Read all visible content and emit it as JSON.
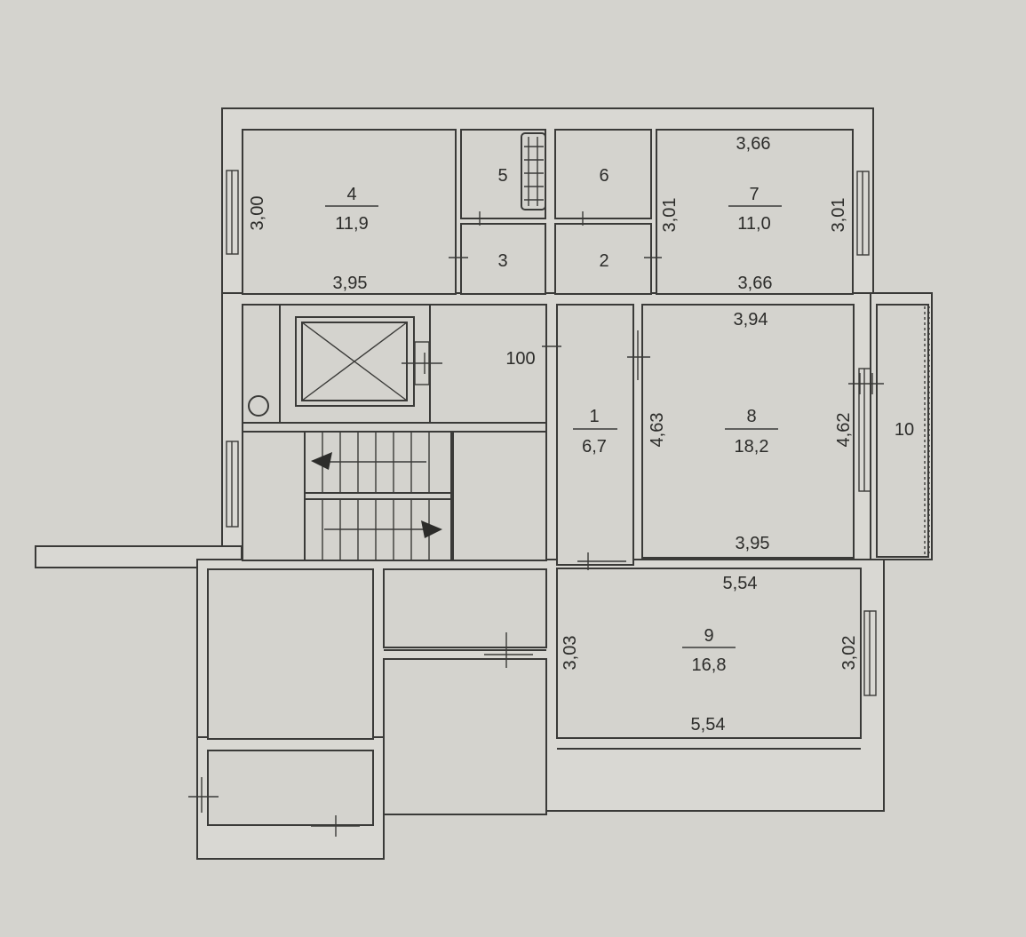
{
  "rooms": [
    {
      "number": "4",
      "area": "11,9"
    },
    {
      "number": "5",
      "area": ""
    },
    {
      "number": "6",
      "area": ""
    },
    {
      "number": "7",
      "area": "11,0"
    },
    {
      "number": "3",
      "area": ""
    },
    {
      "number": "2",
      "area": ""
    },
    {
      "number": "1",
      "area": "6,7"
    },
    {
      "number": "8",
      "area": "18,2"
    },
    {
      "number": "10",
      "area": ""
    },
    {
      "number": "9",
      "area": "16,8"
    }
  ],
  "dimensions": {
    "room4_height": "3,00",
    "room4_width": "3,95",
    "room7_top": "3,66",
    "room7_left": "3,01",
    "room7_right": "3,01",
    "room7_bottom": "3,66",
    "room8_top": "3,94",
    "room8_left": "4,63",
    "room8_right": "4,62",
    "room8_bottom": "3,95",
    "room9_top": "5,54",
    "room9_left": "3,03",
    "room9_right": "3,02",
    "room9_bottom": "5,54",
    "corridor_mark": "100"
  },
  "colors": {
    "paper": "#d4d3ce",
    "ink": "#3a3a38"
  }
}
